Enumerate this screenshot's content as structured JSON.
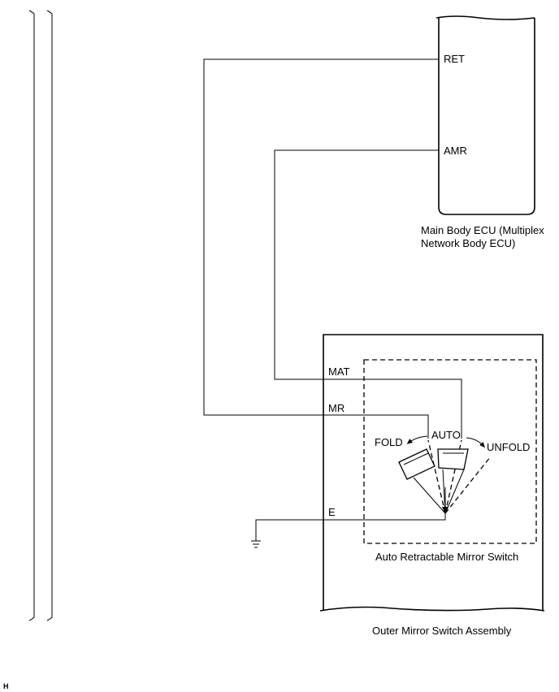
{
  "ecu": {
    "terminal_ret": "RET",
    "terminal_amr": "AMR",
    "name_line1": "Main Body ECU (Multiplex",
    "name_line2": "Network Body ECU)"
  },
  "switch_assembly": {
    "terminal_mat": "MAT",
    "terminal_mr": "MR",
    "terminal_e": "E",
    "inner_switch_name": "Auto Retractable Mirror Switch",
    "assembly_name": "Outer Mirror Switch Assembly",
    "positions": {
      "fold": "FOLD",
      "auto": "AUTO",
      "unfold": "UNFOLD"
    }
  },
  "footer": {
    "mark": "H"
  }
}
